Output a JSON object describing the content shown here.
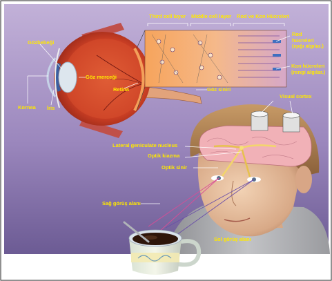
{
  "labels": {
    "third_cell_layer": "Third cell layer",
    "middle_cell_layer": "Middle cell layer",
    "rod_cone_cells": "Rod ve Kon Hücreleri",
    "rod_cells_line1": "Rod",
    "rod_cells_line2": "hücreleri",
    "rod_cells_line3": "(ışığı algılar.)",
    "cone_cells_line1": "Kon hücreleri",
    "cone_cells_line2": "(rengi algılar.)",
    "gozbebegi": "Gözbebeği",
    "goz_mercegi": "Göz merceği",
    "kornea": "Kornea",
    "iris": "İris",
    "retina": "Retina",
    "goz_siniri": "Göz siniri",
    "visual_cortex": "Visual cortex",
    "lateral_geniculate": "Lateral geniculate nucleus",
    "optik_kiazma": "Optik kiazma",
    "optik_sinir": "Optik sinir",
    "sag_gorus": "Sağ görüş alanı",
    "sol_gorus": "Sol görüş alanı"
  },
  "colors": {
    "background_top": "#b9a7cf",
    "background_bottom": "#6f5e97",
    "label_yellow": "#ffe800",
    "eyeball": "#d0442a",
    "retina_layer": "#f3a05a",
    "skin": "#e9c3a1",
    "hair": "#a8794c",
    "brain": "#f1b1b7",
    "cup_rim": "#d9e3ea",
    "coffee": "#2e160a"
  },
  "icons": [
    "eye-illustration",
    "retina-cell-layers",
    "head-illustration",
    "brain-illustration",
    "coffee-cup-illustration"
  ]
}
